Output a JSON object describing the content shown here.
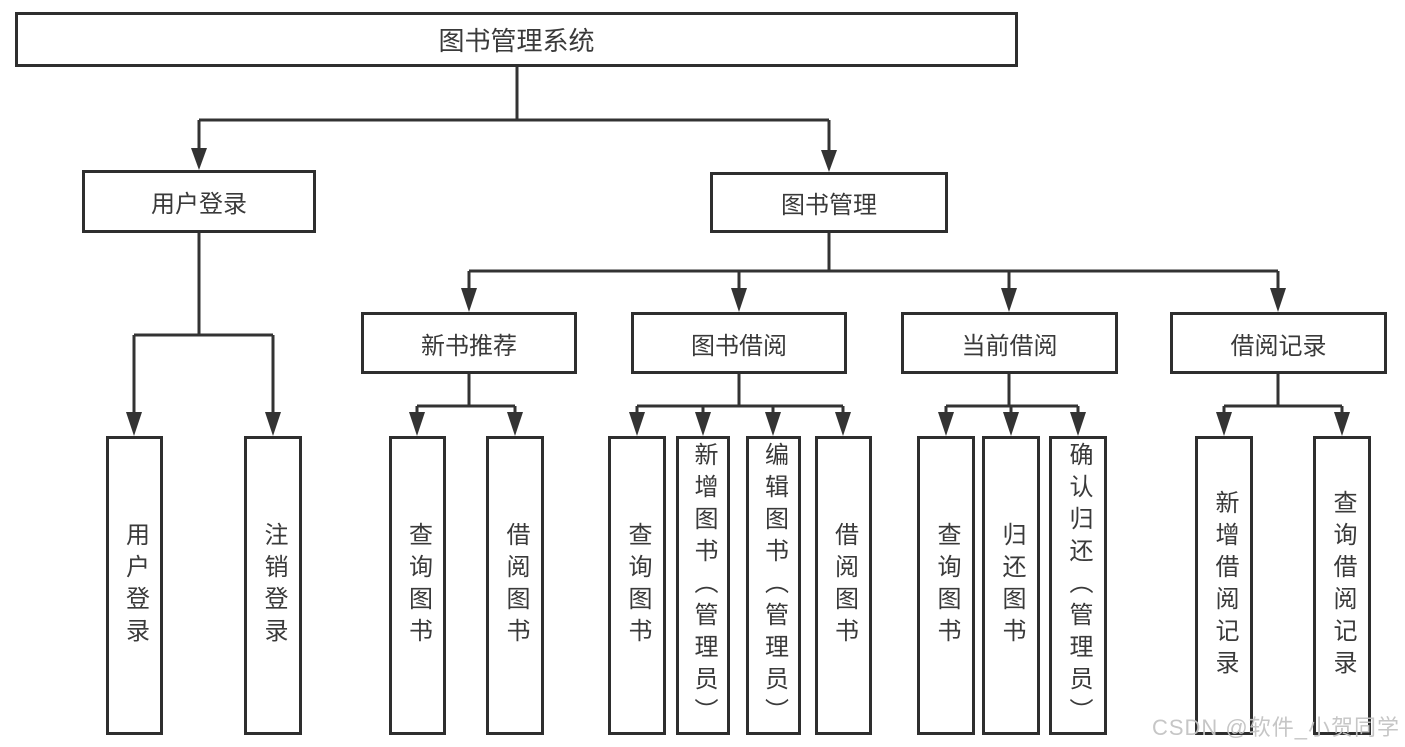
{
  "tree": {
    "root": "图书管理系统",
    "branches": [
      {
        "label": "用户登录",
        "leaves": [
          "用户登录",
          "注销登录"
        ]
      },
      {
        "label": "图书管理",
        "groups": [
          {
            "label": "新书推荐",
            "leaves": [
              "查询图书",
              "借阅图书"
            ]
          },
          {
            "label": "图书借阅",
            "leaves": [
              "查询图书",
              "新增图书（管理员）",
              "编辑图书（管理员）",
              "借阅图书"
            ]
          },
          {
            "label": "当前借阅",
            "leaves": [
              "查询图书",
              "归还图书",
              "确认归还（管理员）"
            ]
          },
          {
            "label": "借阅记录",
            "leaves": [
              "新增借阅记录",
              "查询借阅记录"
            ]
          }
        ]
      }
    ]
  },
  "watermark": "CSDN @软件_小贺同学",
  "colors": {
    "line": "#333333",
    "box_border": "#2e2e2e",
    "box_fill": "#ffffff",
    "text": "#3a3a3a",
    "watermark": "#c3c3c3"
  }
}
